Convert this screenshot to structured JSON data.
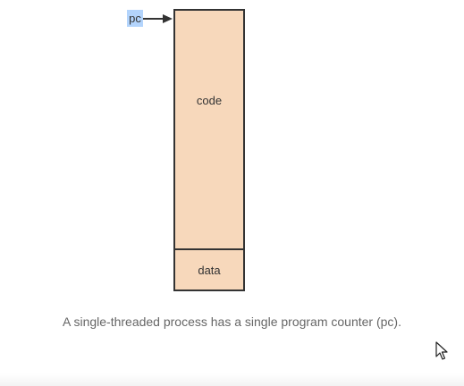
{
  "diagram": {
    "pc_label": "pc",
    "segments": [
      {
        "label": "code"
      },
      {
        "label": "data"
      }
    ]
  },
  "caption": "A single-threaded process has a single program counter (pc).",
  "colors": {
    "segment_fill": "#f7d8bb",
    "outline": "#333333",
    "pc_highlight": "#b3d4fc",
    "caption_text": "#666666"
  },
  "icons": {
    "pointer": "pc-arrow-icon",
    "cursor": "mouse-cursor-icon"
  }
}
